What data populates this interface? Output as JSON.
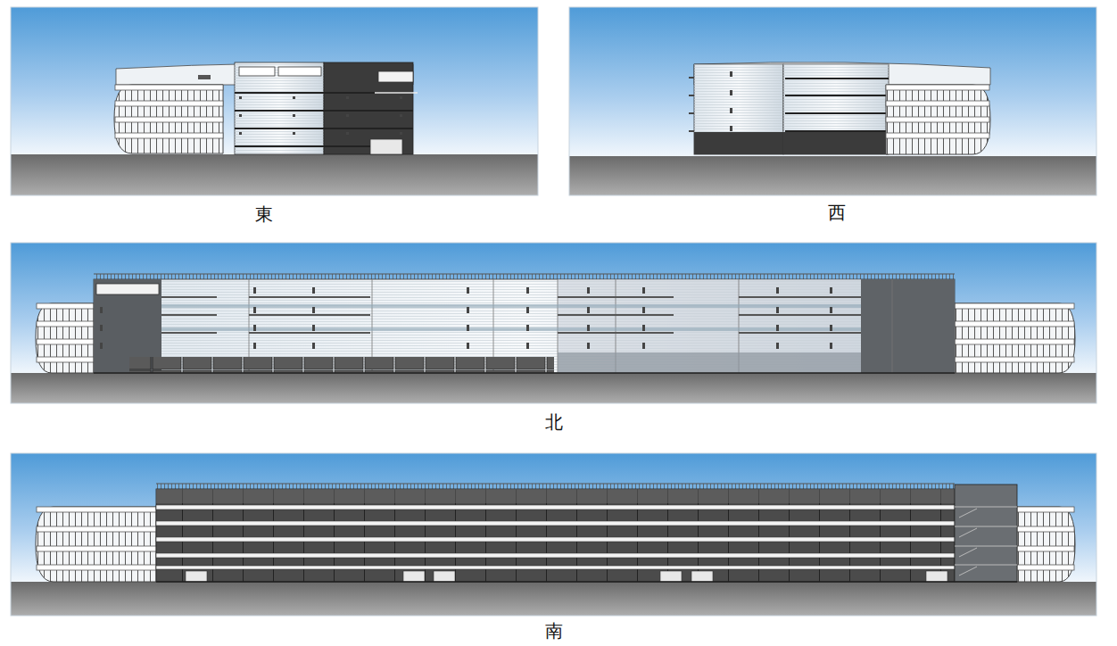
{
  "diagram": {
    "labels": [
      "東",
      "西",
      "北",
      "南"
    ]
  }
}
